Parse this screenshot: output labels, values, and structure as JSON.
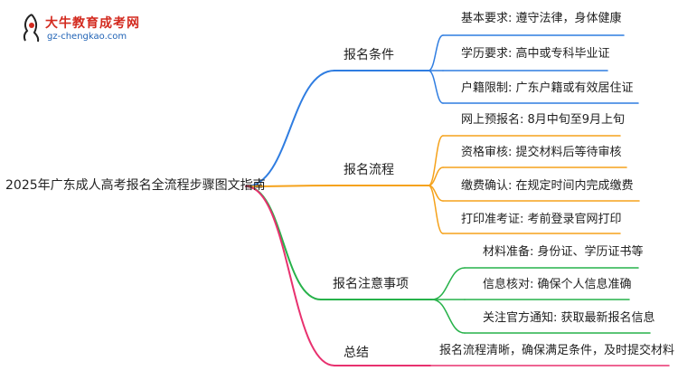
{
  "logo": {
    "title": "大牛教育成考网",
    "subtitle": "gz-chengkao.com"
  },
  "root": {
    "label": "2025年广东成人高考报名全流程步骤图文指南"
  },
  "branches": [
    {
      "label": "报名条件",
      "color": "#2f7de1",
      "leaves": [
        "基本要求: 遵守法律，身体健康",
        "学历要求: 高中或专科毕业证",
        "户籍限制: 广东户籍或有效居住证"
      ]
    },
    {
      "label": "报名流程",
      "color": "#f5a21b",
      "leaves": [
        "网上预报名: 8月中旬至9月上旬",
        "资格审核: 提交材料后等待审核",
        "缴费确认: 在规定时间内完成缴费",
        "打印准考证: 考前登录官网打印"
      ]
    },
    {
      "label": "报名注意事项",
      "color": "#27b24a",
      "leaves": [
        "材料准备: 身份证、学历证书等",
        "信息核对: 确保个人信息准确",
        "关注官方通知: 获取最新报名信息"
      ]
    },
    {
      "label": "总结",
      "color": "#e8316f",
      "leaves": [
        "报名流程清晰，确保满足条件，及时提交材料"
      ]
    }
  ]
}
